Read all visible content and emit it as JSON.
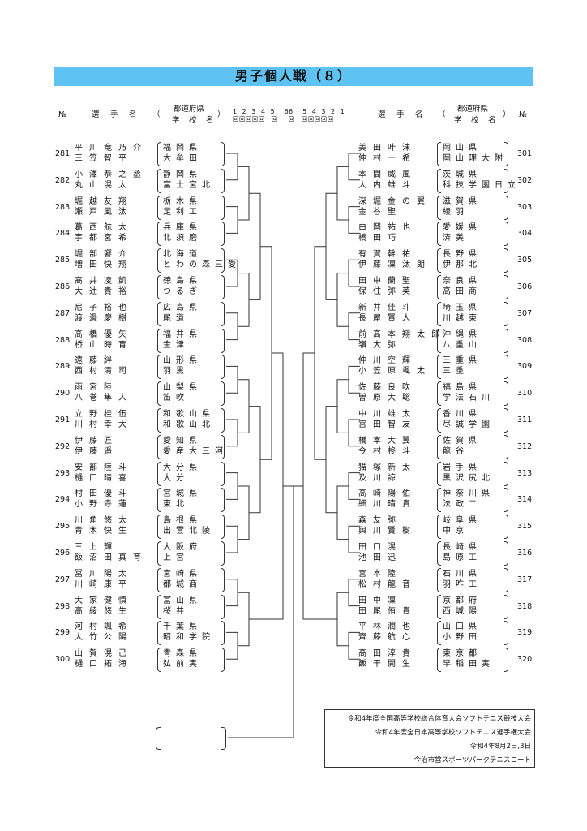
{
  "title": "男子個人戦（８）",
  "header": {
    "no_left": "№",
    "player_left": "選　手　名",
    "pref_top_left": "都道府県",
    "school_left": "学　校　名",
    "rounds_left": "1 2 3 4 5　6",
    "rounds_right": "6　5 4 3 2 1",
    "round_boxes_left": "回回回回回　回",
    "round_boxes_right": "回　回回回回回",
    "player_right": "選　手　名",
    "pref_top_right": "都道府県",
    "school_right": "学　校　名",
    "no_right": "№",
    "paren_open": "（",
    "paren_close": "）"
  },
  "left_entries": [
    {
      "no": "281",
      "p1": "平川竜乃介",
      "p2": "三笠智平",
      "pref": "福岡県",
      "school": "大牟田"
    },
    {
      "no": "282",
      "p1": "小澤恭之丞",
      "p2": "丸山滉太",
      "pref": "静岡県",
      "school": "富士宮北"
    },
    {
      "no": "283",
      "p1": "堀越友翔",
      "p2": "瀬戸風汰",
      "pref": "栃木県",
      "school": "足利工"
    },
    {
      "no": "284",
      "p1": "葛西航太",
      "p2": "宇都宮希",
      "pref": "兵庫県",
      "school": "北須磨"
    },
    {
      "no": "285",
      "p1": "堀部響介",
      "p2": "増田快翔",
      "pref": "北海道",
      "school": "とわの森三愛"
    },
    {
      "no": "286",
      "p1": "髙井凌凱",
      "p2": "大辻貴裕",
      "pref": "徳島県",
      "school": "つるぎ"
    },
    {
      "no": "287",
      "p1": "尼子裕也",
      "p2": "渡邊慶樹",
      "pref": "広島県",
      "school": "尾道"
    },
    {
      "no": "288",
      "p1": "髙橋優矢",
      "p2": "桥山時育",
      "pref": "福井県",
      "school": "金津"
    },
    {
      "no": "289",
      "p1": "遠藤絆",
      "p2": "西村清司",
      "pref": "山形県",
      "school": "羽黒"
    },
    {
      "no": "290",
      "p1": "雨宮陸",
      "p2": "八巻隼人",
      "pref": "山梨県",
      "school": "笛吹"
    },
    {
      "no": "291",
      "p1": "立野桂伍",
      "p2": "川村幸大",
      "pref": "和歌山県",
      "school": "和歌山北"
    },
    {
      "no": "292",
      "p1": "伊藤匠",
      "p2": "伊藤遥",
      "pref": "愛知県",
      "school": "愛産大三河"
    },
    {
      "no": "293",
      "p1": "安部陸斗",
      "p2": "樋口晴喜",
      "pref": "大分県",
      "school": "大分"
    },
    {
      "no": "294",
      "p1": "村田優斗",
      "p2": "小野寺蓮",
      "pref": "宮城県",
      "school": "東北"
    },
    {
      "no": "295",
      "p1": "川角悠太",
      "p2": "青木快生",
      "pref": "島根県",
      "school": "出雲北陵"
    },
    {
      "no": "296",
      "p1": "三上輝",
      "p2": "飯沼田真育",
      "pref": "大阪府",
      "school": "上宮"
    },
    {
      "no": "297",
      "p1": "冨川陽太",
      "p2": "川崎康平",
      "pref": "宮崎県",
      "school": "都城商"
    },
    {
      "no": "298",
      "p1": "大家健慎",
      "p2": "高綾悠生",
      "pref": "富山県",
      "school": "桜井"
    },
    {
      "no": "299",
      "p1": "河村颯希",
      "p2": "大竹公陽",
      "pref": "千葉県",
      "school": "昭和学院"
    },
    {
      "no": "300",
      "p1": "山賀滉己",
      "p2": "樋口拓海",
      "pref": "青森県",
      "school": "弘前実"
    }
  ],
  "right_entries": [
    {
      "no": "301",
      "p1": "美田叶沫",
      "p2": "仲村一希",
      "pref": "岡山県",
      "school": "岡山理大附"
    },
    {
      "no": "302",
      "p1": "本間威風",
      "p2": "大内雄斗",
      "pref": "茨城県",
      "school": "科技学園日立"
    },
    {
      "no": "303",
      "p1": "深堀金の翼",
      "p2": "金谷聖",
      "pref": "滋賀県",
      "school": "綾羽"
    },
    {
      "no": "304",
      "p1": "白岡祐也",
      "p2": "橋田巧",
      "pref": "愛媛県",
      "school": "済美"
    },
    {
      "no": "305",
      "p1": "有賀幹祐",
      "p2": "伊藤凜汰朗",
      "pref": "長野県",
      "school": "伊那北"
    },
    {
      "no": "306",
      "p1": "田中蘭聖",
      "p2": "保住弥英",
      "pref": "奈良県",
      "school": "高田商"
    },
    {
      "no": "307",
      "p1": "新井佳斗",
      "p2": "長屋賢人",
      "pref": "埼玉県",
      "school": "川越東"
    },
    {
      "no": "308",
      "p1": "前髙本翔太郎",
      "p2": "嶺大弥",
      "pref": "沖縄県",
      "school": "八重山"
    },
    {
      "no": "309",
      "p1": "仲川空輝",
      "p2": "小笠原颯太",
      "pref": "三重県",
      "school": "三重"
    },
    {
      "no": "310",
      "p1": "佐藤良吹",
      "p2": "曽原大聡",
      "pref": "福島県",
      "school": "学法石川"
    },
    {
      "no": "311",
      "p1": "中川雄太",
      "p2": "宮田智友",
      "pref": "香川県",
      "school": "尽誠学園"
    },
    {
      "no": "312",
      "p1": "橋本大翼",
      "p2": "今村柊斗",
      "pref": "佐賀県",
      "school": "龍谷"
    },
    {
      "no": "313",
      "p1": "猫塚新太",
      "p2": "及川諒",
      "pref": "岩手県",
      "school": "黒沢尻北"
    },
    {
      "no": "314",
      "p1": "髙崎陽佑",
      "p2": "細川晴貴",
      "pref": "神奈川県",
      "school": "法政二"
    },
    {
      "no": "315",
      "p1": "森友弥",
      "p2": "與川賢樹",
      "pref": "岐阜県",
      "school": "中京"
    },
    {
      "no": "316",
      "p1": "田口滉",
      "p2": "池田迅",
      "pref": "長崎県",
      "school": "島原工"
    },
    {
      "no": "317",
      "p1": "宮本陸",
      "p2": "松村龍音",
      "pref": "石川県",
      "school": "羽咋工"
    },
    {
      "no": "318",
      "p1": "田中凜",
      "p2": "田尾侑貴",
      "pref": "京都府",
      "school": "西城陽"
    },
    {
      "no": "319",
      "p1": "平林潤也",
      "p2": "齊藤航心",
      "pref": "山口県",
      "school": "小野田"
    },
    {
      "no": "320",
      "p1": "髙田淳貴",
      "p2": "飯干開生",
      "pref": "東京都",
      "school": "早稲田実"
    }
  ],
  "info": {
    "line1": "令和4年度全国高等学校総合体育大会ソフトテニス競技大会",
    "line2": "令和4年度全日本高等学校ソフトテニス選手権大会",
    "line3": "令和4年8月2日,3日",
    "line4": "今治市営スポーツパークテニスコート"
  }
}
